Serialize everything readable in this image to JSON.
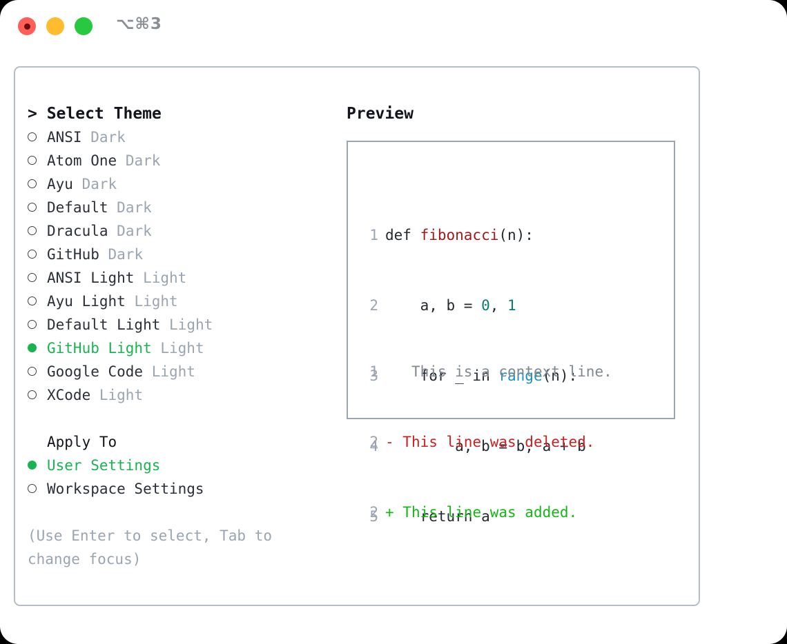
{
  "window": {
    "shortcut": "⌥⌘3",
    "traffic_lights": [
      "close",
      "minimize",
      "zoom"
    ]
  },
  "theme_list": {
    "header": "> Select Theme",
    "items": [
      {
        "label": "ANSI",
        "tag": "Dark",
        "selected": false
      },
      {
        "label": "Atom One",
        "tag": "Dark",
        "selected": false
      },
      {
        "label": "Ayu",
        "tag": "Dark",
        "selected": false
      },
      {
        "label": "Default",
        "tag": "Dark",
        "selected": false
      },
      {
        "label": "Dracula",
        "tag": "Dark",
        "selected": false
      },
      {
        "label": "GitHub",
        "tag": "Dark",
        "selected": false
      },
      {
        "label": "ANSI Light",
        "tag": "Light",
        "selected": false
      },
      {
        "label": "Ayu Light",
        "tag": "Light",
        "selected": false
      },
      {
        "label": "Default Light",
        "tag": "Light",
        "selected": false
      },
      {
        "label": "GitHub Light",
        "tag": "Light",
        "selected": true
      },
      {
        "label": "Google Code",
        "tag": "Light",
        "selected": false
      },
      {
        "label": "XCode",
        "tag": "Light",
        "selected": false
      }
    ]
  },
  "apply_to": {
    "title": "Apply To",
    "options": [
      {
        "label": "User Settings",
        "selected": true
      },
      {
        "label": "Workspace Settings",
        "selected": false
      }
    ]
  },
  "hint": "(Use Enter to select, Tab to change focus)",
  "preview": {
    "title": "Preview",
    "code_lines": [
      {
        "num": "1",
        "tokens": [
          {
            "text": "def ",
            "type": "plain"
          },
          {
            "text": "fibonacci",
            "type": "func"
          },
          {
            "text": "(n):",
            "type": "plain"
          }
        ]
      },
      {
        "num": "2",
        "tokens": [
          {
            "text": "    a, b = ",
            "type": "plain"
          },
          {
            "text": "0",
            "type": "num"
          },
          {
            "text": ", ",
            "type": "plain"
          },
          {
            "text": "1",
            "type": "num"
          }
        ]
      },
      {
        "num": "3",
        "tokens": [
          {
            "text": "    for _ in ",
            "type": "plain"
          },
          {
            "text": "range",
            "type": "builtin"
          },
          {
            "text": "(n):",
            "type": "plain"
          }
        ]
      },
      {
        "num": "4",
        "tokens": [
          {
            "text": "        a, b = b, a + b",
            "type": "plain"
          }
        ]
      },
      {
        "num": "5",
        "tokens": [
          {
            "text": "    return a",
            "type": "plain"
          }
        ]
      }
    ],
    "diff_lines": [
      {
        "num": "1",
        "sign": " ",
        "text": "  This is a context line.",
        "type": "ctx"
      },
      {
        "num": "2",
        "sign": "-",
        "text": " This line was deleted.",
        "type": "del"
      },
      {
        "num": "2",
        "sign": "+",
        "text": " This line was added.",
        "type": "add"
      }
    ]
  },
  "colors": {
    "accent_green": "#19b451",
    "muted": "#9aa5b1",
    "text": "#2a2f38",
    "border": "#b4bdc8",
    "preview_border": "#9aa5b1",
    "traffic_red": "#ff5f57",
    "traffic_amber": "#febc2e",
    "traffic_green": "#28c840",
    "code_func": "#a3181b",
    "code_num": "#0b7b75",
    "code_builtin": "#1a8fc4",
    "diff_del": "#cc1f1f",
    "diff_add": "#16b616"
  }
}
